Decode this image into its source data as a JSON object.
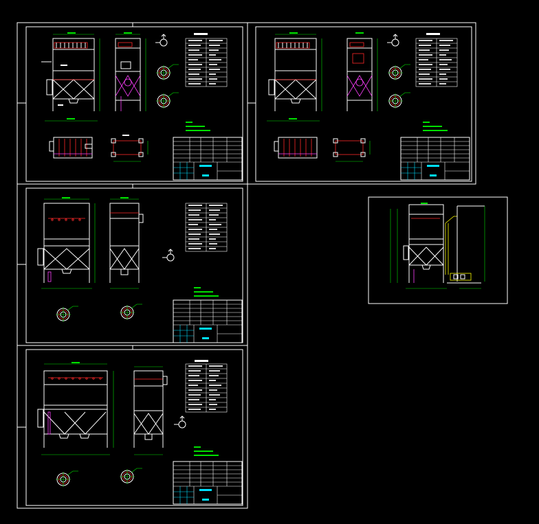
{
  "page": {
    "background": "#000000",
    "line_color": "#ffffff",
    "dimension_color": "#00e000",
    "accent_colors": [
      "#ff2a2a",
      "#ff40ff",
      "#00e0ff",
      "#ffff00"
    ]
  },
  "sheets": [
    {
      "id": "sheet-1"
    },
    {
      "id": "sheet-2"
    },
    {
      "id": "sheet-3"
    },
    {
      "id": "sheet-4"
    },
    {
      "id": "sheet-5"
    }
  ]
}
